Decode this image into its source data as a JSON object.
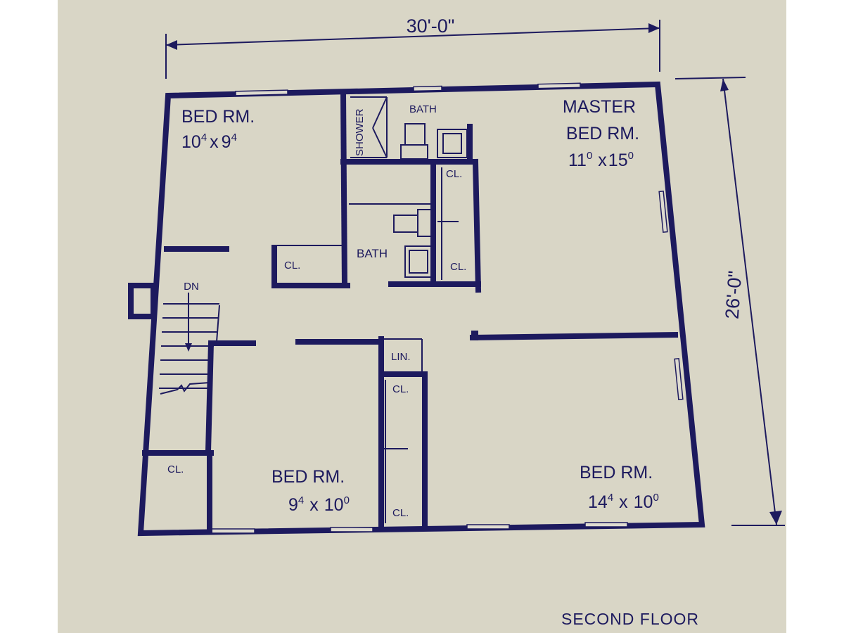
{
  "plan": {
    "title": "SECOND FLOOR",
    "dimensions": {
      "width": "30'-0\"",
      "depth": "26'-0\""
    },
    "rooms": {
      "bed_nw": {
        "name": "BED RM.",
        "w": "10",
        "w_sup": "4",
        "x": "x",
        "h": "9",
        "h_sup": "4"
      },
      "master": {
        "name_line1": "MASTER",
        "name_line2": "BED RM.",
        "w": "11",
        "w_sup": "0",
        "x": "x",
        "h": "15",
        "h_sup": "0"
      },
      "bed_sw": {
        "name": "BED RM.",
        "w": "9",
        "w_sup": "4",
        "x": "x",
        "h": "10",
        "h_sup": "0"
      },
      "bed_se": {
        "name": "BED RM.",
        "w": "14",
        "w_sup": "4",
        "x": "x",
        "h": "10",
        "h_sup": "0"
      }
    },
    "labels": {
      "shower": "SHOWER",
      "bath_top": "BATH",
      "bath_mid": "BATH",
      "closet": "CL.",
      "linen": "LIN.",
      "down": "DN"
    }
  },
  "colors": {
    "paper": "#d9d6c6",
    "ink": "#1d1a5e"
  }
}
